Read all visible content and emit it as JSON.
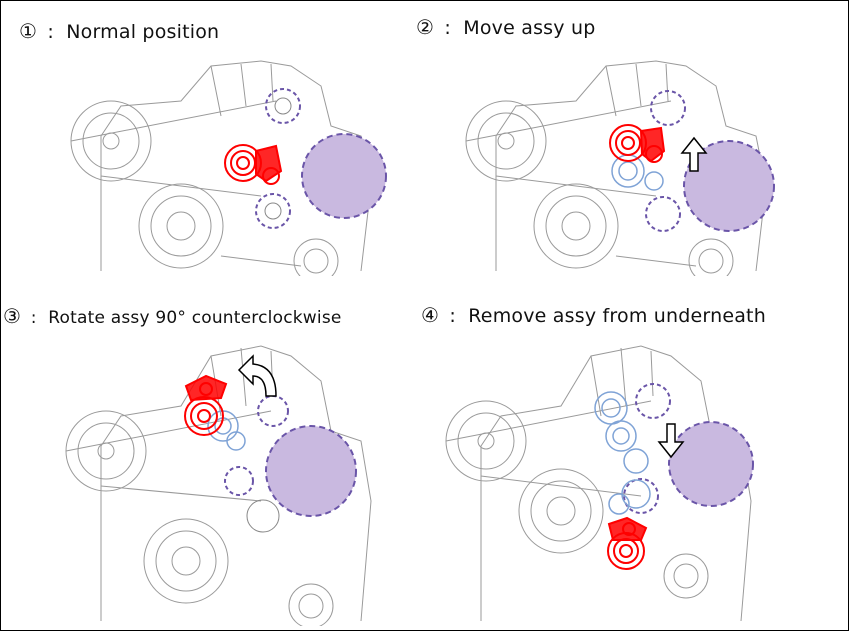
{
  "steps": [
    {
      "num": "①",
      "text": "Normal position"
    },
    {
      "num": "②",
      "text": "Move assy up"
    },
    {
      "num": "③",
      "text": "Rotate assy 90° counterclockwise"
    },
    {
      "num": "④",
      "text": "Remove assy from underneath"
    }
  ],
  "separator": ":",
  "colors": {
    "tensioner": "#ff0000",
    "old_position": "#7fa3d6",
    "idler_outline": "#6a55a8",
    "alternator_fill": "#c9b9e0",
    "engine_lines": "#9a9a9a"
  }
}
